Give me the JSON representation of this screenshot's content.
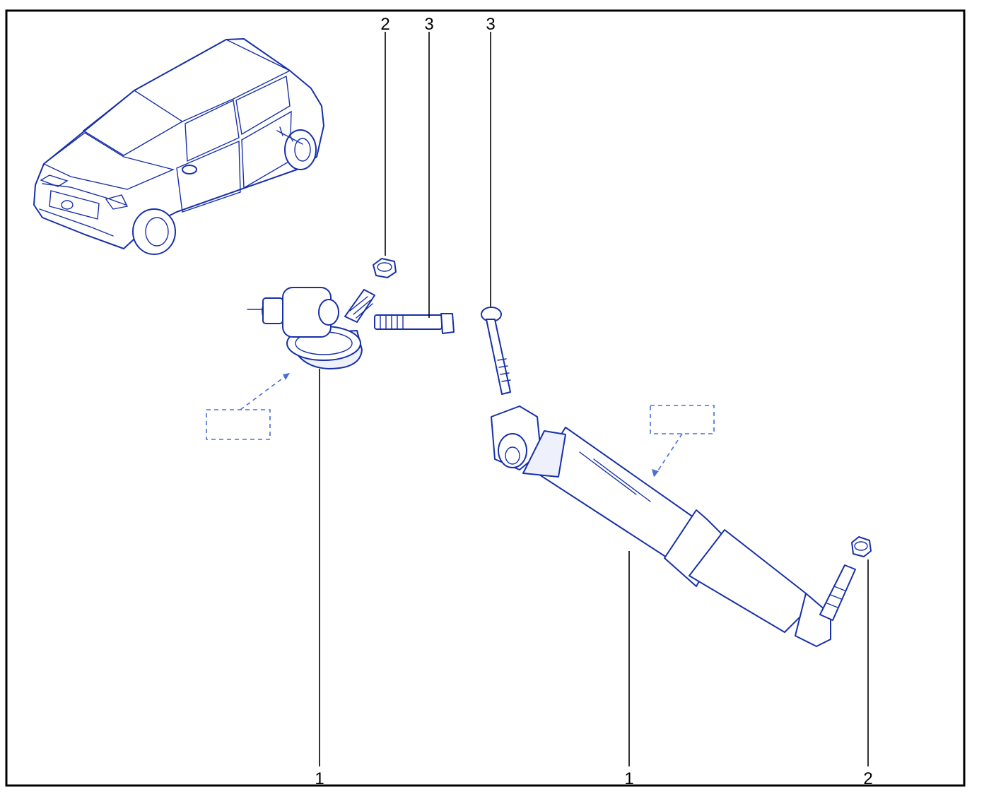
{
  "callouts": {
    "top_nut": "2",
    "top_bolt_short": "3",
    "top_bolt_long": "3",
    "bottom_left_shock": "1",
    "bottom_right_shock": "1",
    "bottom_right_nut": "2"
  },
  "colors": {
    "line_art": "#1730a8",
    "reference_box": "#4a6fd6",
    "frame": "#000000"
  },
  "icons": {
    "vehicle": "hatchback-car-icon",
    "reference_box_left": "dashed-reference-box-icon",
    "reference_box_right": "dashed-reference-box-icon"
  }
}
